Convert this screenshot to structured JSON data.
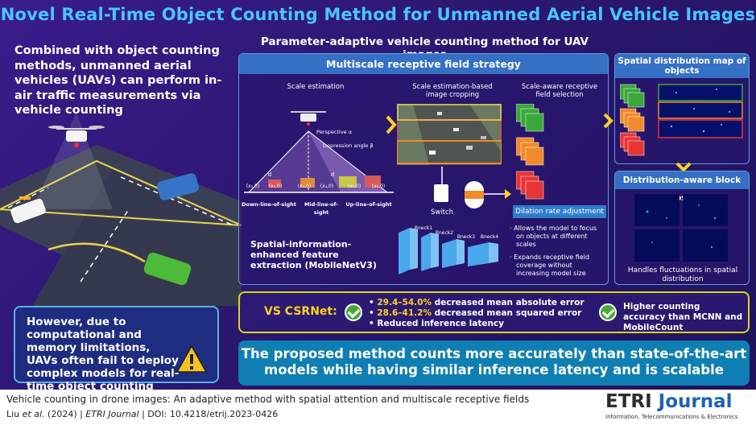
{
  "title": "Novel Real-Time Object Counting Method for Unmanned Aerial Vehicle Images",
  "left": {
    "intro": "Combined with object counting methods, unmanned aerial vehicles (UAVs) can perform in-air traffic measurements via vehicle counting",
    "limitation": "However, due to computational and memory limitations, UAVs often fail to deploy complex models for real-time object counting"
  },
  "method_title": "Parameter-adaptive vehicle counting method for UAV images",
  "multiscale": {
    "header": "Multiscale receptive field strategy",
    "scale_estimation": "Scale estimation",
    "cropping": "Scale estimation-based image cropping",
    "selection": "Scale-aware receptive field selection",
    "perspective": "Perspective α",
    "depression": "Depression angle β",
    "down": "Down-line-of-sight",
    "mid": "Mid-line-of-sight",
    "up": "Up-line-of-sight",
    "d1": "d",
    "d2": "d",
    "coords": [
      "(x₁,0)",
      "(x₂,0)",
      "(x₃,0)",
      "(x₄,0)",
      "(x₅,0)",
      "(x₆,0)"
    ],
    "switch": "Switch",
    "dilation": "Dilation rate adjustment",
    "bullet1": "Allows the model to focus on objects at different scales",
    "bullet2": "Expands receptive field coverage without increasing model size",
    "feature": "Spatial-information-enhanced feature extraction (MobileNetV3)",
    "bnecks": [
      "Bneck1",
      "Bneck2",
      "Bneck3",
      "Bneck4"
    ]
  },
  "spatial": {
    "header": "Spatial distribution map of objects"
  },
  "block_loss": {
    "header": "Distribution-aware block loss",
    "caption": "Handles fluctuations in spatial distribution"
  },
  "vs": {
    "label": "VS CSRNet:",
    "r1_val": "29.4–54.0%",
    "r1_txt": " decreased mean absolute error",
    "r2_val": "28.6–41.2%",
    "r2_txt": " decreased mean squared error",
    "r3": "Reduced inference latency",
    "other": "Higher counting accuracy than MCNN and MobileCount"
  },
  "conclusion": "The proposed method counts more accurately than state-of-the-art models while having similar inference latency and is scalable",
  "footer": {
    "paper": "Vehicle counting in drone images: An adaptive method with spatial attention and multiscale receptive fields",
    "authors": "Liu",
    "etal": " et al.",
    "year": " (2024)  |  ",
    "journal": "ETRI Journal",
    "doi": "  |  DOI: 10.4218/etrij.2023-0426",
    "logo_a": "ETRI",
    "logo_b": " Journal",
    "logo_sub": "Information, Telecommunications & Electronics"
  },
  "colors": {
    "title": "#47c6ff",
    "accent_yellow": "#ffd21e",
    "panel": "#3570c4",
    "conclusion": "#0f7fb3"
  }
}
